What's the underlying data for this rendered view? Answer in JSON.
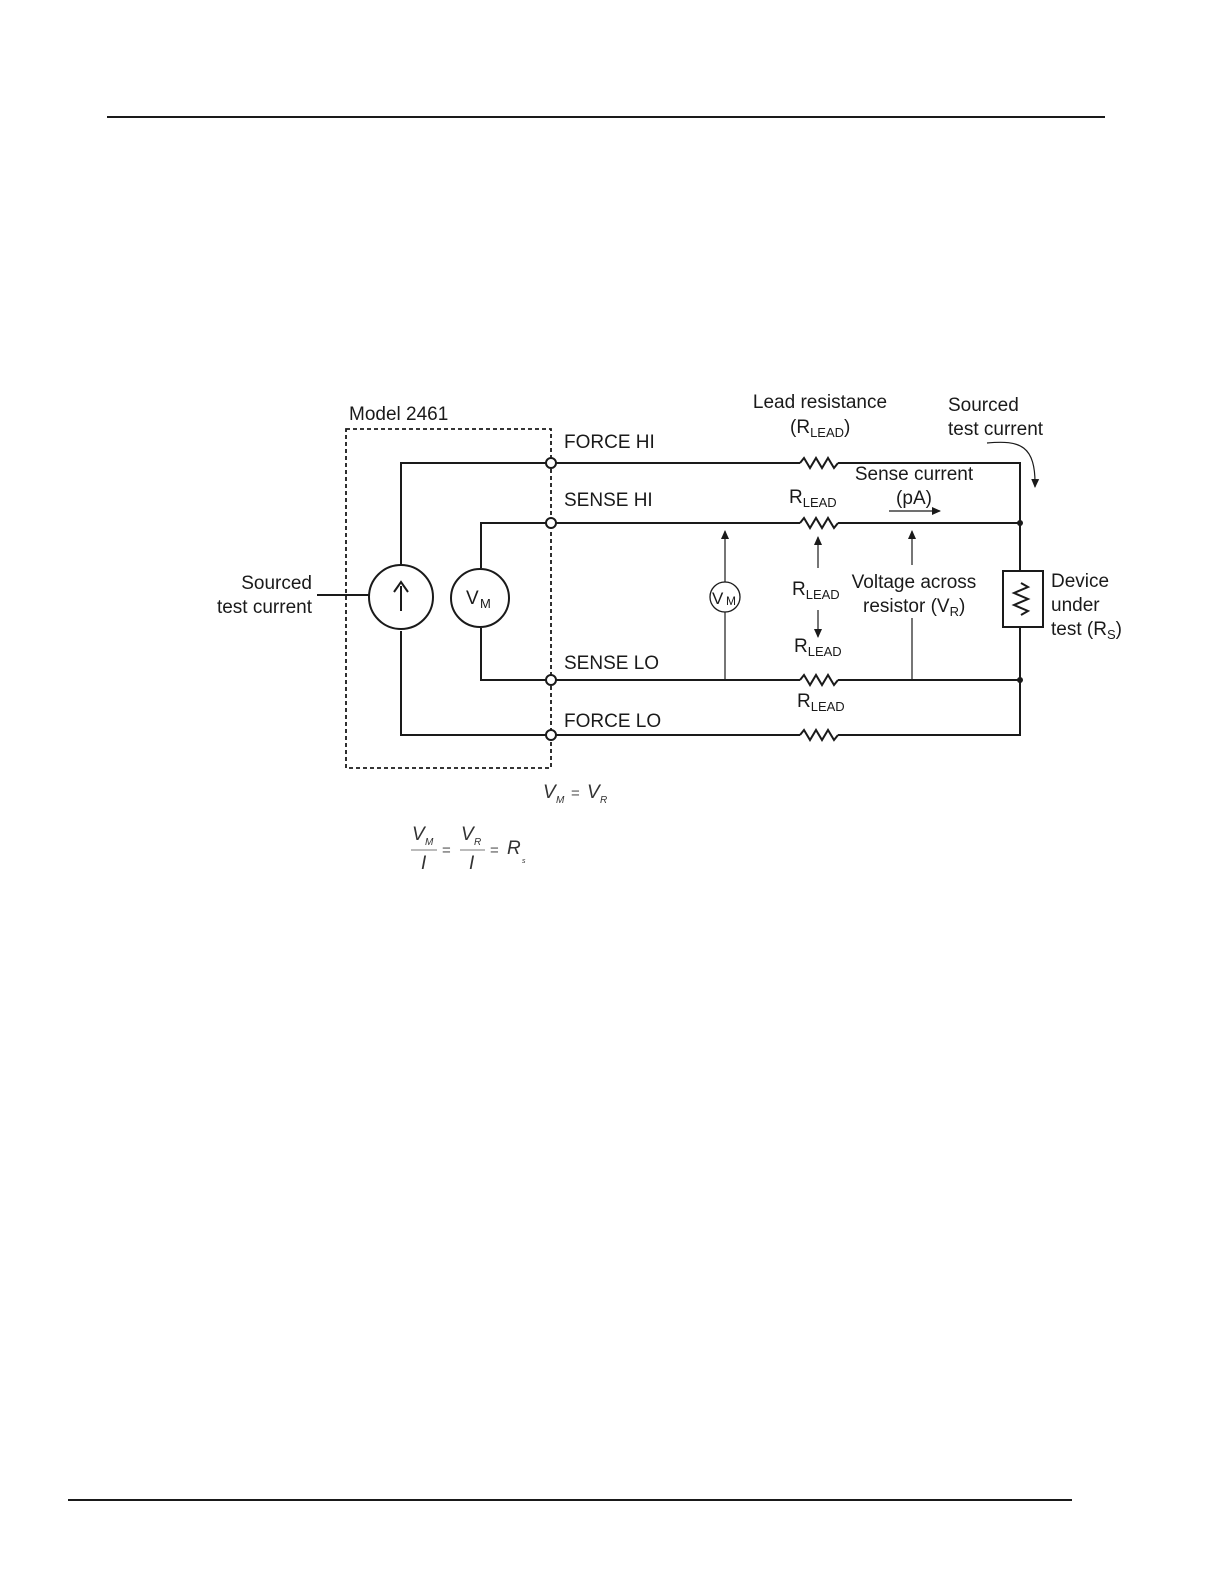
{
  "diagram": {
    "instrument_label": "Model 2461",
    "terminals": {
      "force_hi": "FORCE HI",
      "sense_hi": "SENSE HI",
      "sense_lo": "SENSE LO",
      "force_lo": "FORCE LO"
    },
    "source": {
      "label_line1": "Sourced",
      "label_line2": "test current"
    },
    "meter": {
      "symbol": "V",
      "subscript": "M"
    },
    "lead_resistance": {
      "title": "Lead resistance",
      "paren_open": "(R",
      "paren_sub": "LEAD",
      "paren_close": ")",
      "r": "R",
      "sub": "LEAD"
    },
    "sourced_current_right": {
      "line1": "Sourced",
      "line2": "test current"
    },
    "sense_current": {
      "line1": "Sense current",
      "line2": "(pA)"
    },
    "voltage_across": {
      "line1": "Voltage across",
      "line2_pre": "resistor (V",
      "line2_sub": "R",
      "line2_post": ")"
    },
    "dut": {
      "line1": "Device",
      "line2": "under",
      "line3_pre": "test (R",
      "line3_sub": "S",
      "line3_post": ")"
    },
    "equations": {
      "eq1": {
        "lhs": "V",
        "lhs_sub": "M",
        "op": "=",
        "rhs": "V",
        "rhs_sub": "R"
      },
      "eq2": {
        "n1": "V",
        "n1_sub": "M",
        "d1": "I",
        "op1": "=",
        "n2": "V",
        "n2_sub": "R",
        "d2": "I",
        "op2": "=",
        "r": "R",
        "r_sub": "s"
      }
    }
  }
}
